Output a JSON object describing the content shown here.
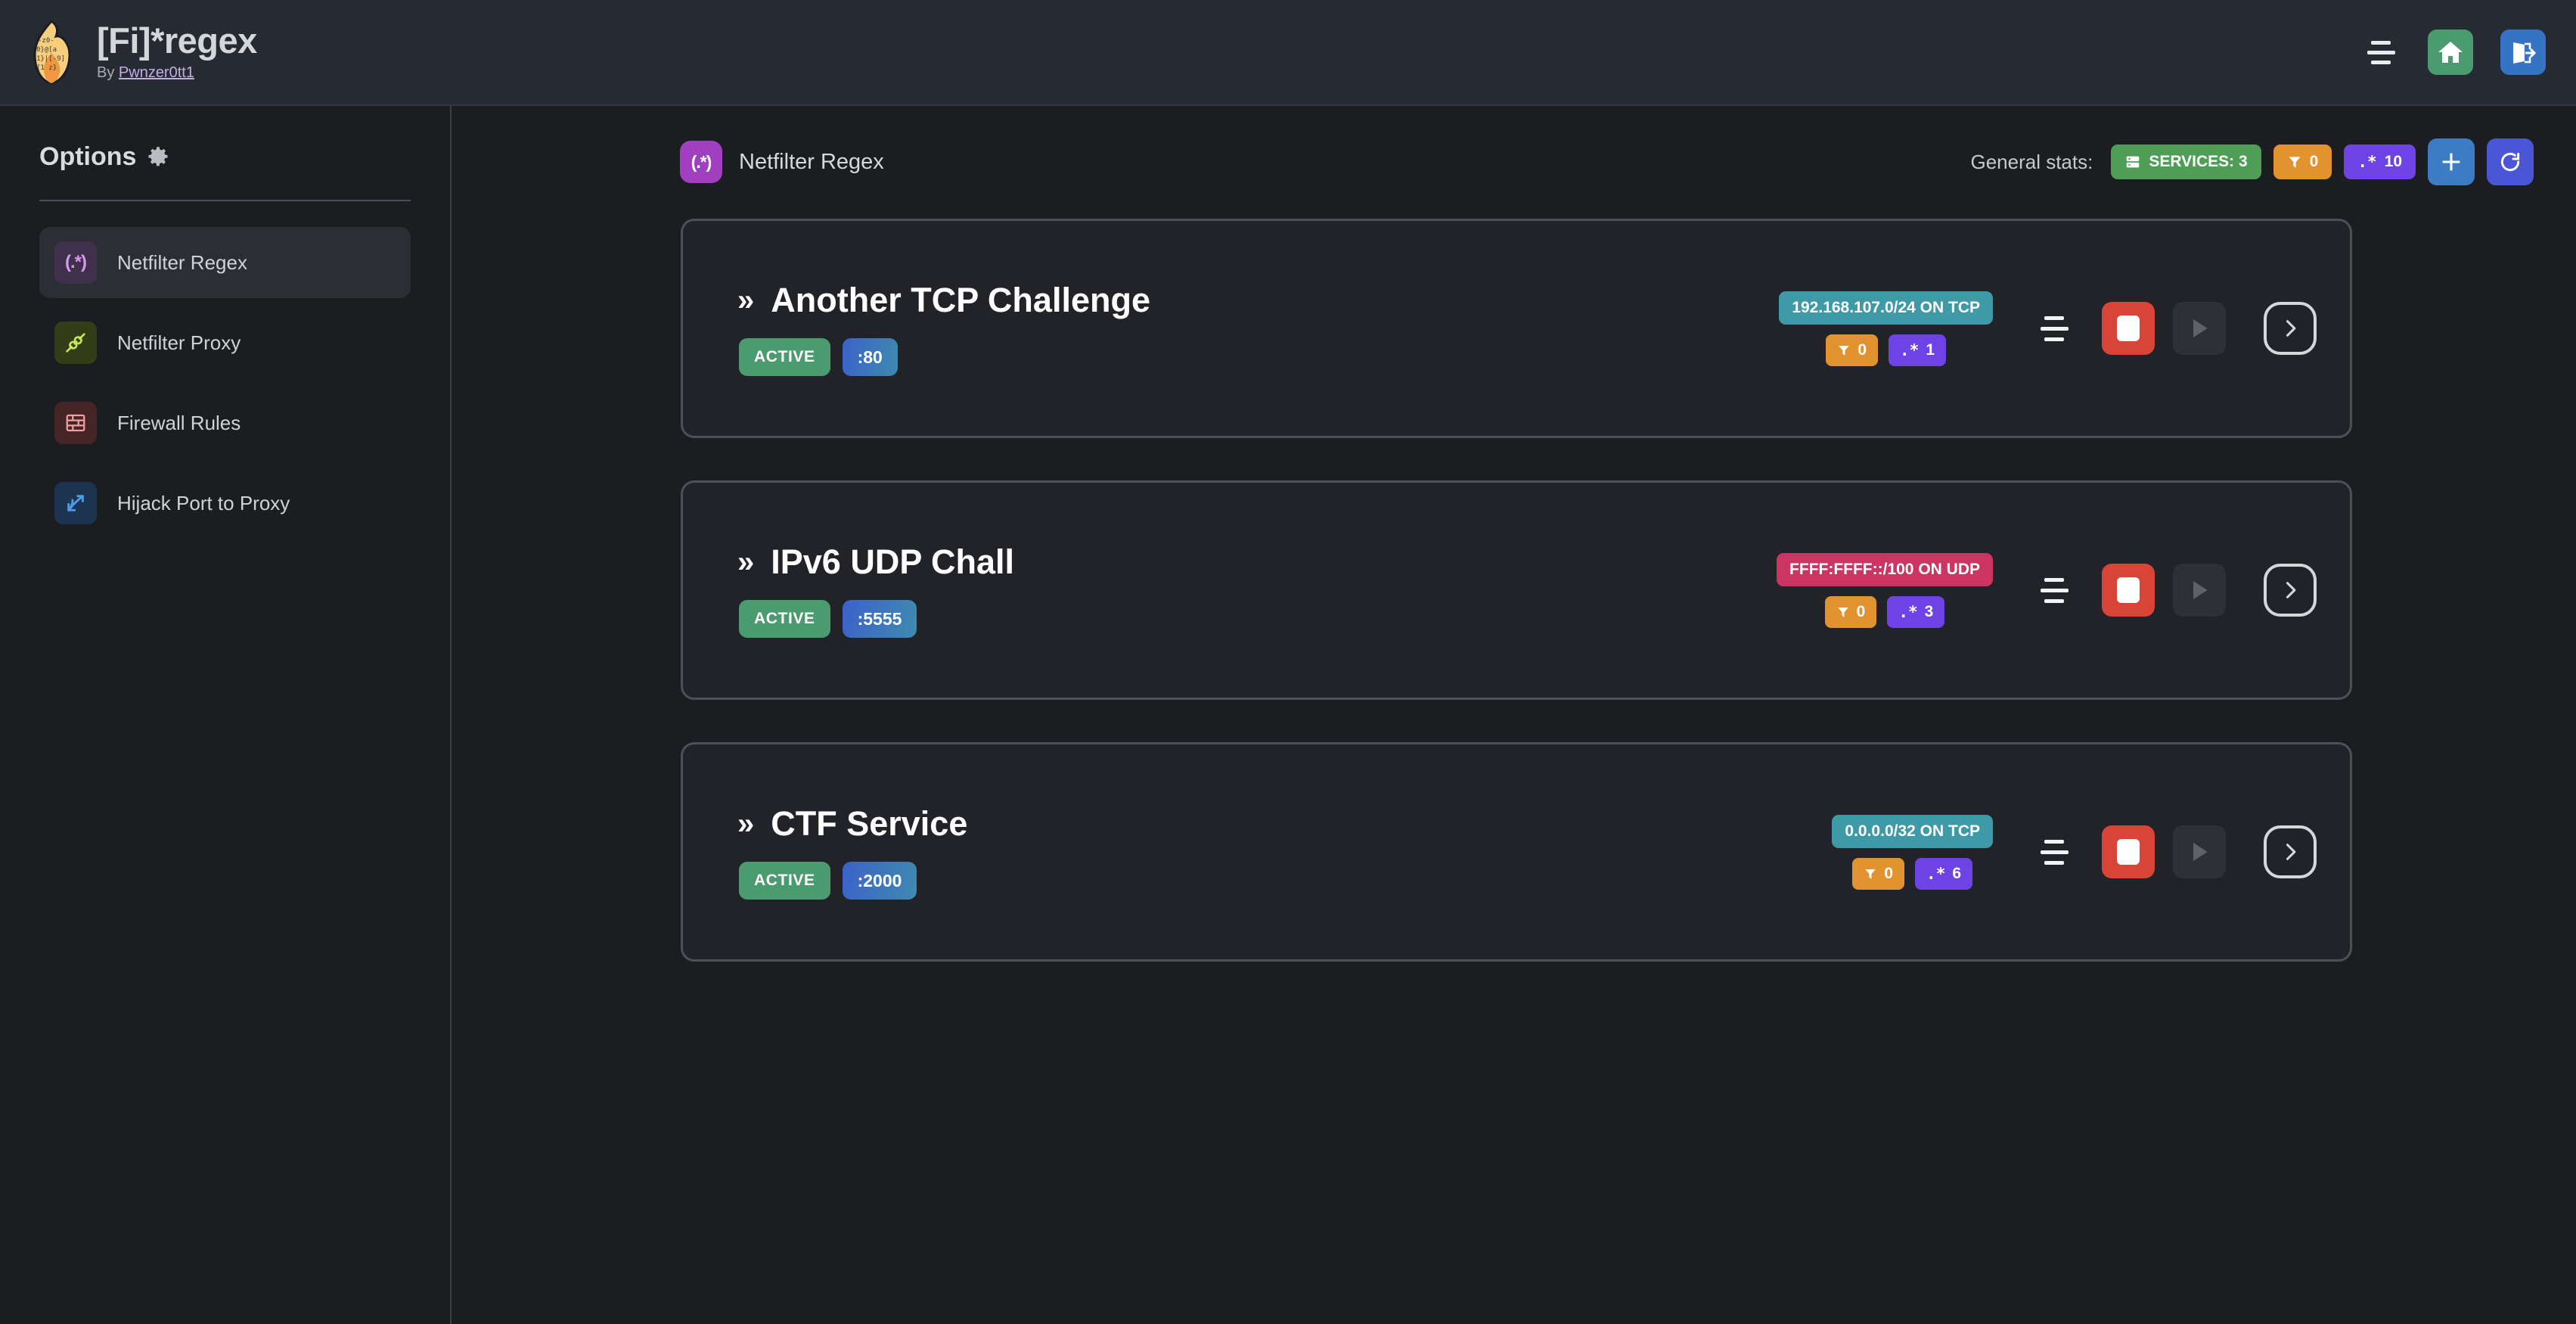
{
  "topbar": {
    "title": "[Fi]*regex",
    "by_prefix": "By ",
    "author": "Pwnzer0tt1",
    "menu_icon": "hamburger-icon",
    "home_icon": "home-icon",
    "logout_icon": "logout-icon"
  },
  "sidebar": {
    "heading": "Options",
    "gear_icon": "gear-icon",
    "items": [
      {
        "label": "Netfilter Regex",
        "icon": "regex-icon",
        "glyph": "(.*)",
        "active": true
      },
      {
        "label": "Netfilter Proxy",
        "icon": "plug-icon",
        "glyph": "",
        "active": false
      },
      {
        "label": "Firewall Rules",
        "icon": "brick-wall-icon",
        "glyph": "",
        "active": false
      },
      {
        "label": "Hijack Port to Proxy",
        "icon": "route-icon",
        "glyph": "",
        "active": false
      }
    ]
  },
  "main": {
    "page_icon": "regex-icon",
    "page_icon_glyph": "(.*)",
    "page_title": "Netfilter Regex",
    "stats_label": "General stats:",
    "stats": [
      {
        "name": "services",
        "icon": "server-icon",
        "label": "SERVICES: 3"
      },
      {
        "name": "filters",
        "icon": "funnel-icon",
        "label": "0"
      },
      {
        "name": "regexes",
        "icon": "regex-dot-star-icon",
        "label": "10"
      }
    ],
    "add_button_icon": "plus-icon",
    "refresh_button_icon": "refresh-icon"
  },
  "services": [
    {
      "title": "Another TCP Challenge",
      "chevron": "»",
      "status": "ACTIVE",
      "port": ":80",
      "network": "192.168.107.0/24 ON TCP",
      "network_proto": "tcp",
      "filters": "0",
      "regexes": "1",
      "handle_icon": "drag-handle-icon",
      "stop_icon": "stop-icon",
      "play_icon": "play-icon",
      "expand_icon": "chevron-right-icon"
    },
    {
      "title": "IPv6 UDP Chall",
      "chevron": "»",
      "status": "ACTIVE",
      "port": ":5555",
      "network": "FFFF:FFFF::/100 ON UDP",
      "network_proto": "udp",
      "filters": "0",
      "regexes": "3",
      "handle_icon": "drag-handle-icon",
      "stop_icon": "stop-icon",
      "play_icon": "play-icon",
      "expand_icon": "chevron-right-icon"
    },
    {
      "title": "CTF Service",
      "chevron": "»",
      "status": "ACTIVE",
      "port": ":2000",
      "network": "0.0.0.0/32 ON TCP",
      "network_proto": "tcp",
      "filters": "0",
      "regexes": "6",
      "handle_icon": "drag-handle-icon",
      "stop_icon": "stop-icon",
      "play_icon": "play-icon",
      "expand_icon": "chevron-right-icon"
    }
  ],
  "colors": {
    "accent_purple": "#a03fc0",
    "green": "#4a9b6f",
    "orange": "#e2922e",
    "regex_purple": "#6d43e6",
    "teal": "#3d9aa6",
    "crimson": "#cc3561",
    "red": "#d84435",
    "blue": "#3b7cc4",
    "indigo": "#4b56d6"
  }
}
